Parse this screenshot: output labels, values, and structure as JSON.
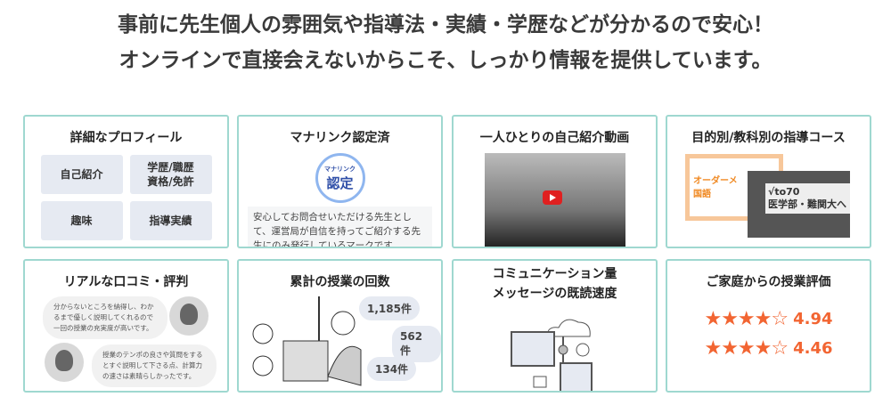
{
  "headline": {
    "line1": "事前に先生個人の雰囲気や指導法・実績・学歴などが分かるので安心！",
    "line2": "オンラインで直接会えないからこそ、しっかり情報を提供しています。"
  },
  "cards": {
    "profile": {
      "title": "詳細なプロフィール",
      "items": [
        "自己紹介",
        "学歴/職歴\n資格/免許",
        "趣味",
        "指導実績"
      ]
    },
    "certified": {
      "title": "マナリンク認定済",
      "badge_small": "マナリンク",
      "badge_big": "認定",
      "note": "安心してお問合せいただける先生として、運営局が自信を持ってご紹介する先生にのみ発行しているマークです。"
    },
    "video": {
      "title": "一人ひとりの自己紹介動画"
    },
    "courses": {
      "title": "目的別/教科別の指導コース",
      "course1": "オーダーメ\n国語",
      "course2": "√to70\n医学部・難関大へ"
    },
    "reviews": {
      "title": "リアルな口コミ・評判",
      "review1": "分からないところを納得し、わかるまで優しく説明してくれるので一回の授業の充実度が高いです。",
      "review2": "授業のテンポの良さや質問をするとすぐ説明して下さる点、計算力の速さは素晴らしかったです。"
    },
    "lessons": {
      "title": "累計の授業の回数",
      "counts": [
        "1,185件",
        "562件",
        "134件"
      ]
    },
    "communication": {
      "title_line1": "コミュニケーション量",
      "title_line2": "メッセージの既読速度"
    },
    "evaluation": {
      "title": "ご家庭からの授業評価",
      "ratings": [
        {
          "stars": "★★★★☆",
          "value": "4.94",
          "level": 4.94
        },
        {
          "stars": "★★★★☆",
          "value": "4.46",
          "level": 4.46
        }
      ],
      "accent": "#f26532"
    }
  }
}
